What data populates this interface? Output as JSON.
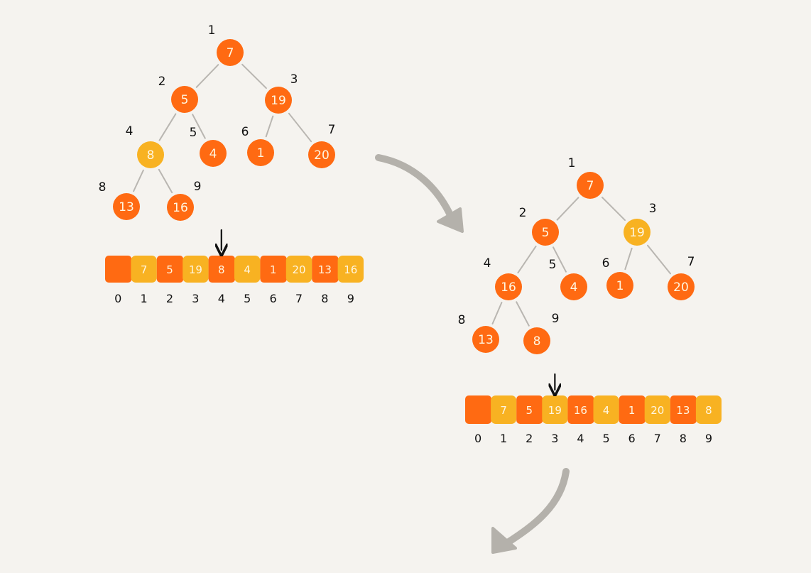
{
  "colors": {
    "background": "#f5f3ef",
    "node_default": "#ff6a12",
    "node_highlight": "#f8b222",
    "cell_dark": "#ff6a12",
    "cell_light": "#f8b222",
    "edge": "#b9b6b1",
    "arrow": "#b4b1ab",
    "pointer": "#111111"
  },
  "heaps": [
    {
      "values": [
        "7",
        "5",
        "19",
        "8",
        "4",
        "1",
        "20",
        "13",
        "16"
      ],
      "highlighted_node": 4,
      "array": {
        "cells": [
          "",
          "7",
          "5",
          "19",
          "8",
          "4",
          "1",
          "20",
          "13",
          "16"
        ],
        "indices": [
          "0",
          "1",
          "2",
          "3",
          "4",
          "5",
          "6",
          "7",
          "8",
          "9"
        ],
        "dark_cells": [
          0,
          2,
          4,
          6,
          8
        ],
        "pointer_index": 4
      }
    },
    {
      "values": [
        "7",
        "5",
        "19",
        "16",
        "4",
        "1",
        "20",
        "13",
        "8"
      ],
      "highlighted_node": 3,
      "array": {
        "cells": [
          "",
          "7",
          "5",
          "19",
          "16",
          "4",
          "1",
          "20",
          "13",
          "8"
        ],
        "indices": [
          "0",
          "1",
          "2",
          "3",
          "4",
          "5",
          "6",
          "7",
          "8",
          "9"
        ],
        "dark_cells": [
          0,
          2,
          4,
          6,
          8
        ],
        "pointer_index": 3
      }
    }
  ]
}
